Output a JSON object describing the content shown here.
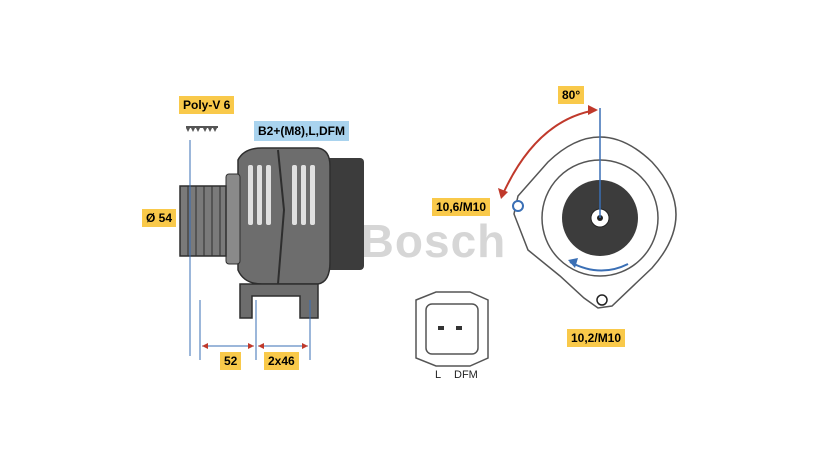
{
  "labels": {
    "belt": "Poly-V 6",
    "terminals": "B2+(M8),L,DFM",
    "diameter": "Ø 54",
    "dim_left": "52",
    "dim_right": "2x46",
    "angle": "80°",
    "upper_mount": "10,6/M10",
    "lower_mount": "10,2/M10"
  },
  "connector": {
    "pin_l": "L",
    "pin_dfm": "DFM"
  },
  "watermark": "© Bosch",
  "colors": {
    "label_bg": "#f9c94a",
    "terminal_bg": "#a9d3ee",
    "housing": "#6d6d6d",
    "housing_dark": "#3c3c3c",
    "dimension_line": "#3a6fb5",
    "angle_arc": "#c0392b"
  }
}
